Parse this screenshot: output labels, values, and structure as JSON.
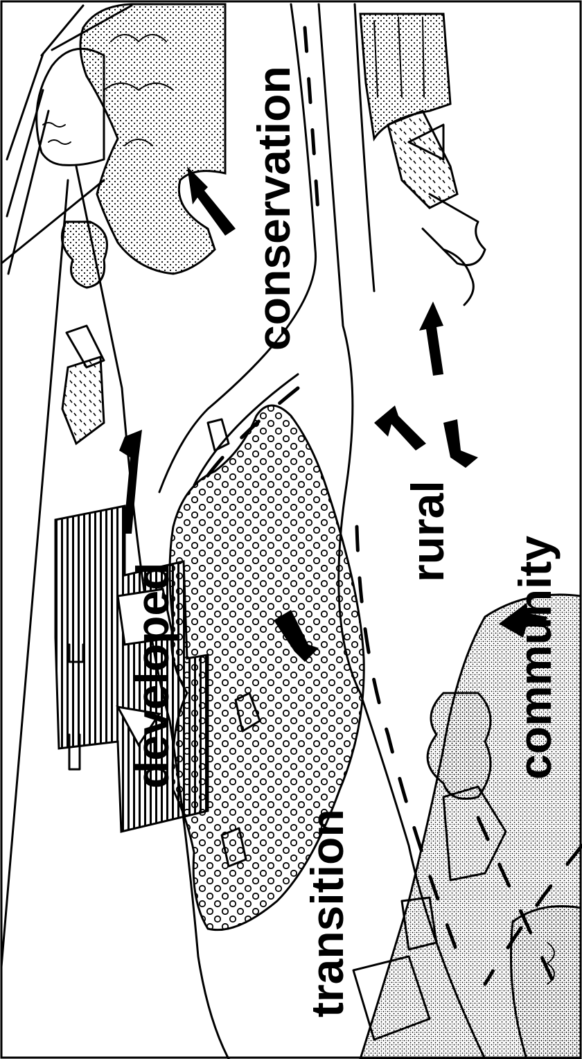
{
  "labels": {
    "developed": "developed",
    "conservation": "conservation",
    "rural": "rural",
    "transition": "transition",
    "community": "community"
  },
  "colors": {
    "ink": "#000000",
    "paper": "#ffffff"
  }
}
